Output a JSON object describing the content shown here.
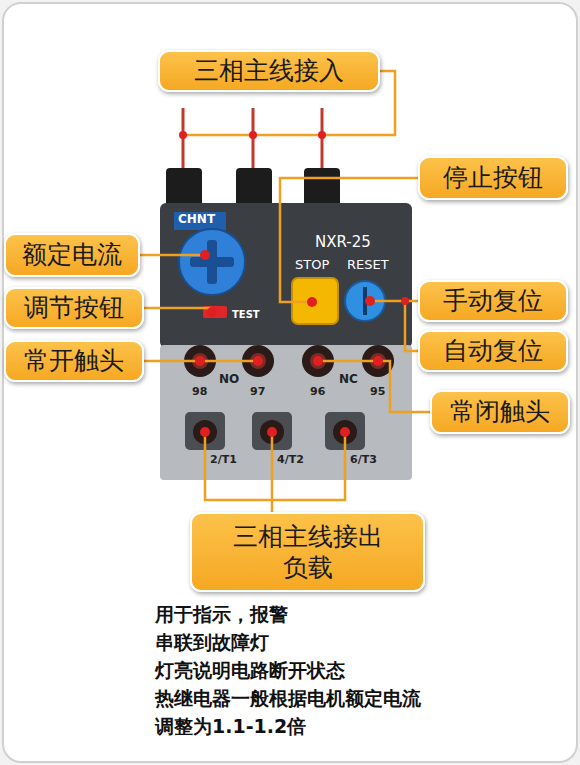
{
  "diagram": {
    "nodes": [
      {
        "text": [
          "三相主线接入"
        ]
      },
      {
        "text": [
          "停止按钮"
        ]
      },
      {
        "text": [
          "额定电流"
        ]
      },
      {
        "text": [
          "调节按钮"
        ]
      },
      {
        "text": [
          "手动复位"
        ]
      },
      {
        "text": [
          "常开触头"
        ]
      },
      {
        "text": [
          "自动复位"
        ]
      },
      {
        "text": [
          "常闭触头"
        ]
      },
      {
        "text": [
          "三相主线接出 负载"
        ]
      }
    ],
    "labels": [
      "CHNT",
      "NXR-25",
      "STOP",
      "RESET",
      "TEST",
      "NO",
      "98",
      "97",
      "NC",
      "96",
      "95",
      "2/T1",
      "4/T2",
      "6/T3",
      "用于指示，报警",
      "串联到故障灯",
      "灯亮说明电路断开状态",
      "热继电器一般根据电机额定电流",
      "调整为1.1-1.2倍"
    ]
  }
}
